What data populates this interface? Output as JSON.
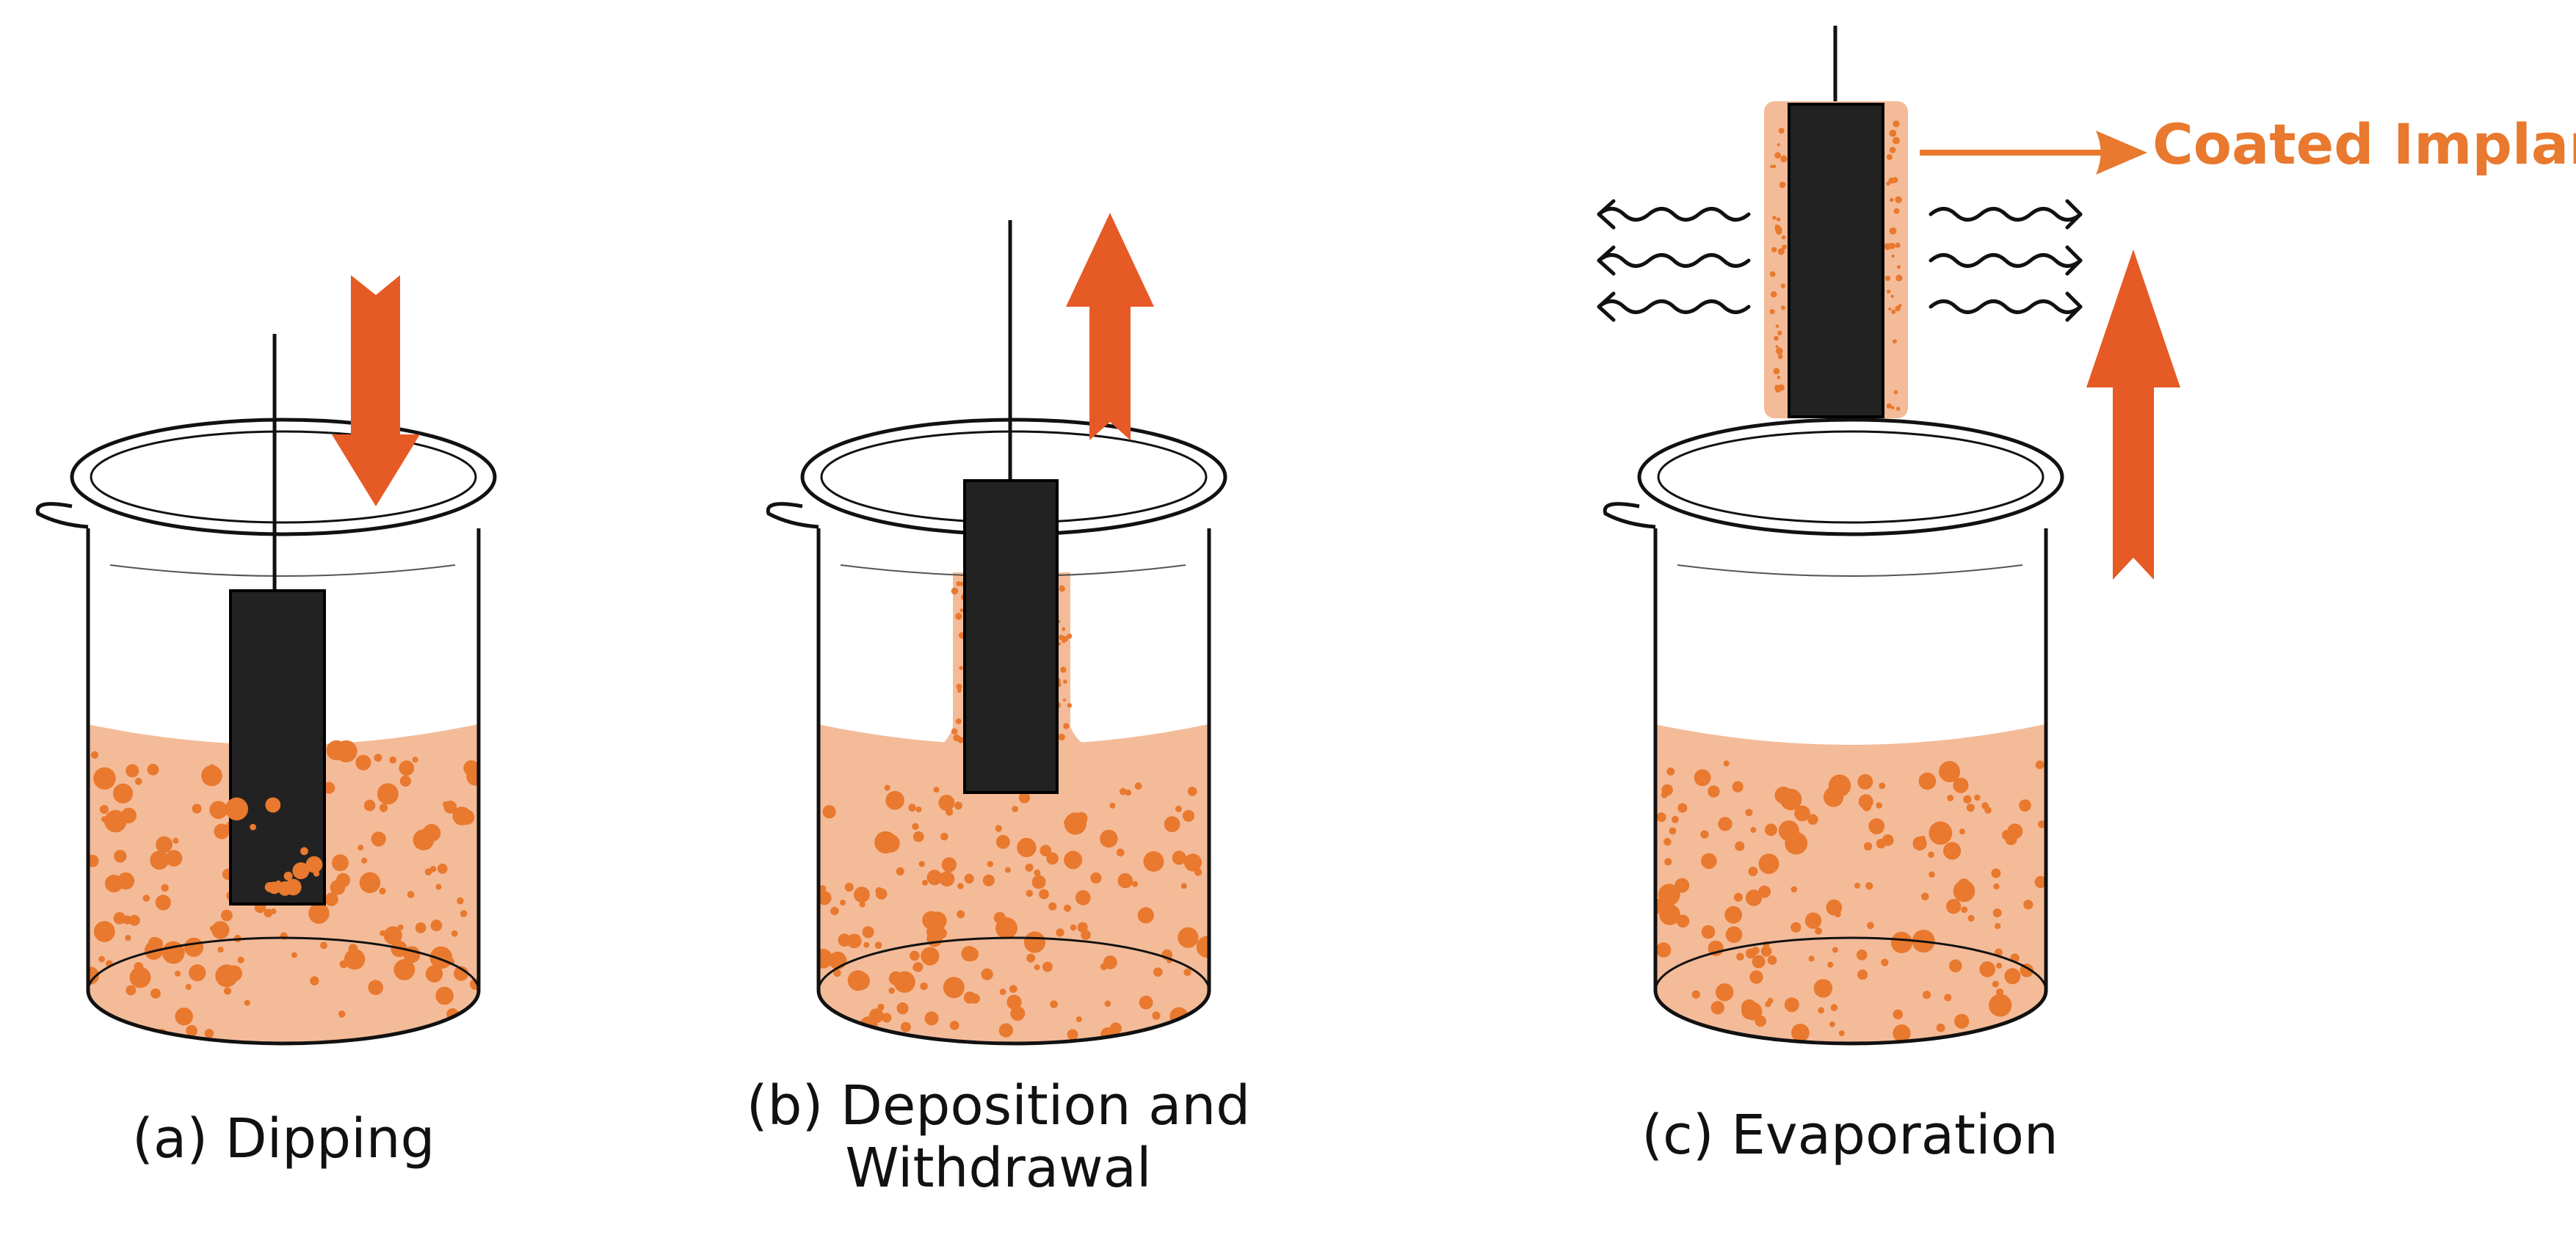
{
  "captions": {
    "dipping": "(a) Dipping",
    "deposition_line1": "(b) Deposition and",
    "deposition_line2": "Withdrawal",
    "evaporation": "(c) Evaporation"
  },
  "callout": {
    "coated_implant": "Coated Implant"
  },
  "colors": {
    "liquid": "#f4bb99",
    "particle": "#e8792e",
    "arrow": "#e65a25",
    "implant": "#222222",
    "callout": "#e8792e",
    "outline": "#111111"
  },
  "icons": {
    "down_arrow": "orange-down-arrow",
    "up_arrow": "orange-up-arrow",
    "vapor": "wavy-vapor-arrows"
  }
}
